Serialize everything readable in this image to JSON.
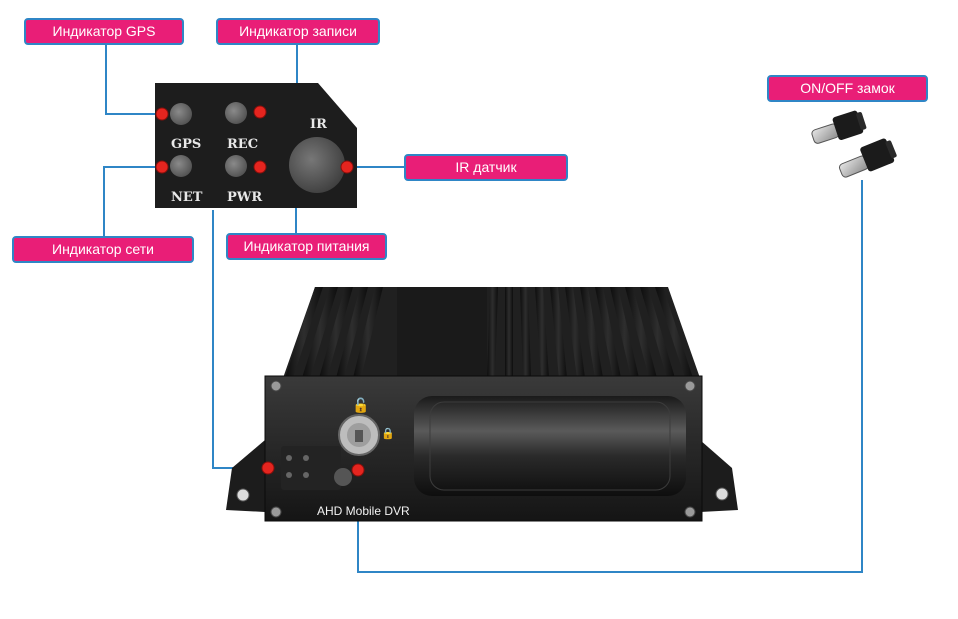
{
  "callouts": {
    "gps": "Индикатор GPS",
    "rec": "Индикатор записи",
    "ir": "IR датчик",
    "net": "Индикатор сети",
    "pwr": "Индикатор питания",
    "lock": "ON/OFF замок"
  },
  "panel_labels": {
    "gps": "GPS",
    "rec": "REC",
    "net": "NET",
    "pwr": "PWR",
    "ir": "IR"
  },
  "device": {
    "brand": "AHD Mobile DVR"
  },
  "colors": {
    "callout_fill": "#e91e77",
    "callout_border": "#2f86c6",
    "leader_line": "#2f86c6",
    "marker": "#e5251f"
  }
}
